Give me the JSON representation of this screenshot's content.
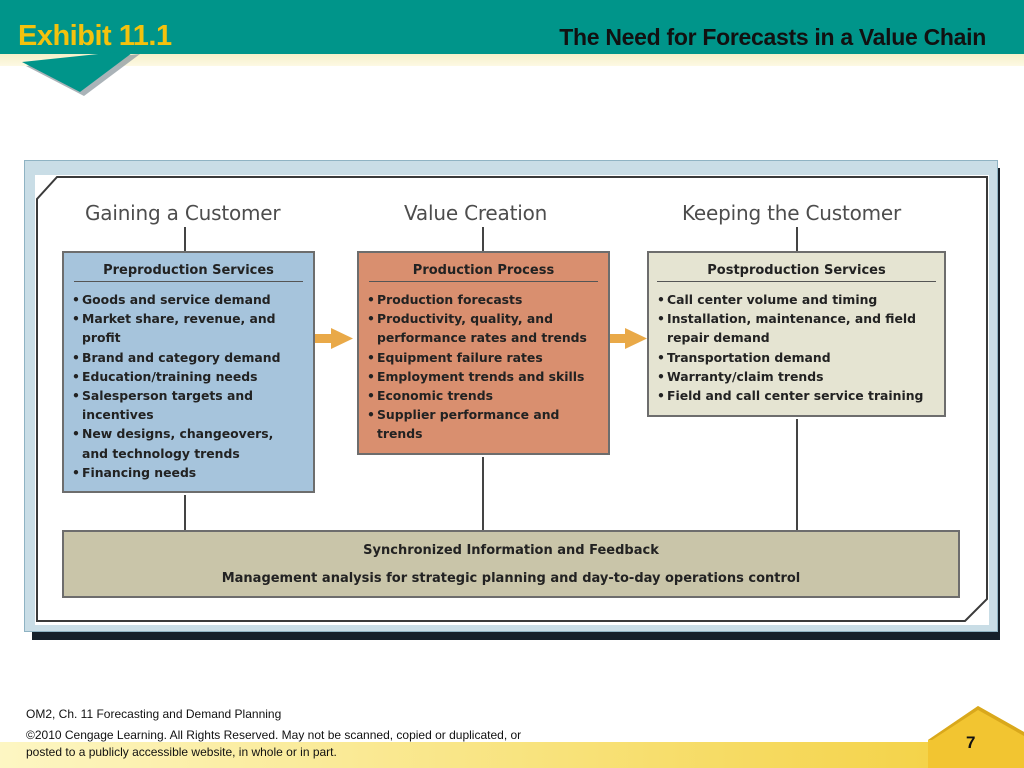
{
  "header": {
    "exhibit": "Exhibit 11.1",
    "title": "The Need for Forecasts in a Value Chain"
  },
  "diagram": {
    "columns": [
      {
        "title": "Gaining a Customer",
        "box_title": "Preproduction Services",
        "items": [
          "Goods and service demand",
          "Market share, revenue, and",
          "profit",
          "Brand and category demand",
          "Education/training needs",
          "Salesperson targets and",
          "incentives",
          "New designs, changeovers,",
          "and technology trends",
          "Financing needs"
        ]
      },
      {
        "title": "Value Creation",
        "box_title": "Production Process",
        "items": [
          "Production forecasts",
          "Productivity, quality, and",
          "performance rates and trends",
          "Equipment failure rates",
          "Employment trends and skills",
          "Economic trends",
          "Supplier performance and",
          "trends"
        ]
      },
      {
        "title": "Keeping the Customer",
        "box_title": "Postproduction Services",
        "items": [
          "Call center volume and timing",
          "Installation, maintenance, and field",
          "repair demand",
          "Transportation demand",
          "Warranty/claim trends",
          "Field and call center service training"
        ]
      }
    ],
    "feedback": {
      "title": "Synchronized Information and Feedback",
      "subtitle": "Management analysis for strategic planning and day-to-day operations control"
    },
    "colors": {
      "preproduction": "#a6c4dc",
      "production": "#d98f6f",
      "postproduction": "#e5e4d2",
      "feedback": "#c9c5a9",
      "arrow": "#e9a948"
    }
  },
  "footer": {
    "course": "OM2, Ch. 11 Forecasting and Demand Planning",
    "copyright_line1": "©2010 Cengage Learning. All Rights Reserved.  May not be scanned, copied or duplicated, or",
    "copyright_line2": "posted to a publicly accessible website, in whole or in part.",
    "page_number": "7"
  }
}
